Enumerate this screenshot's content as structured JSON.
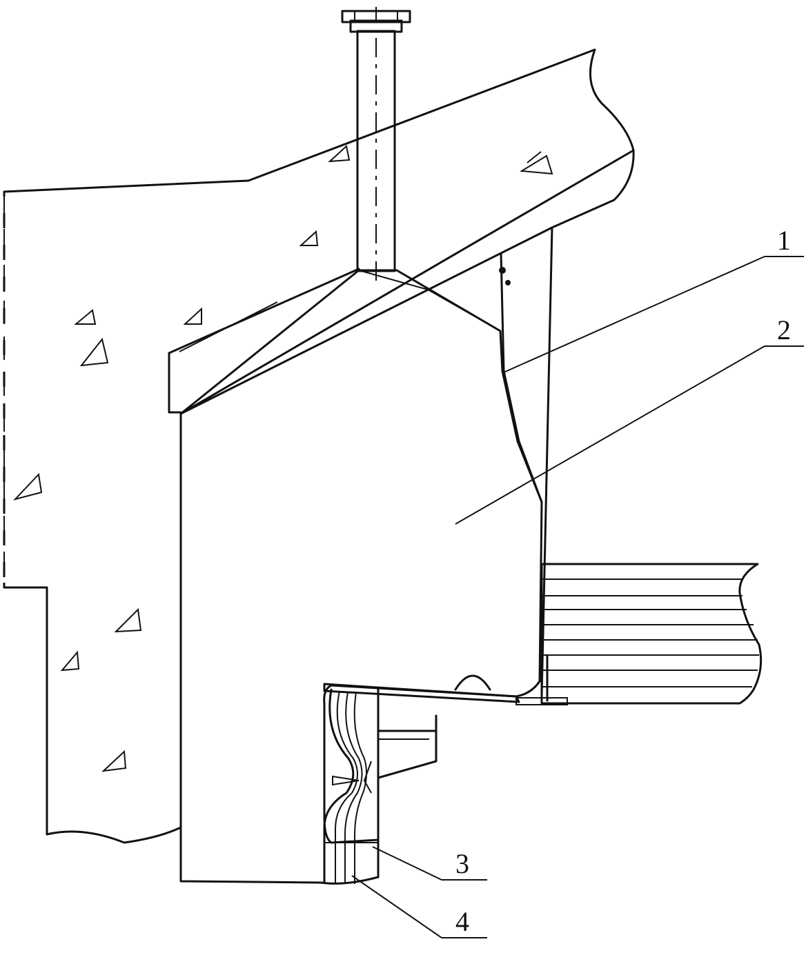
{
  "diagram": {
    "labels": [
      {
        "id": "1",
        "text": "1"
      },
      {
        "id": "2",
        "text": "2"
      },
      {
        "id": "3",
        "text": "3"
      },
      {
        "id": "4",
        "text": "4"
      }
    ],
    "colors": {
      "ink": "#111111",
      "background": "#ffffff"
    }
  }
}
